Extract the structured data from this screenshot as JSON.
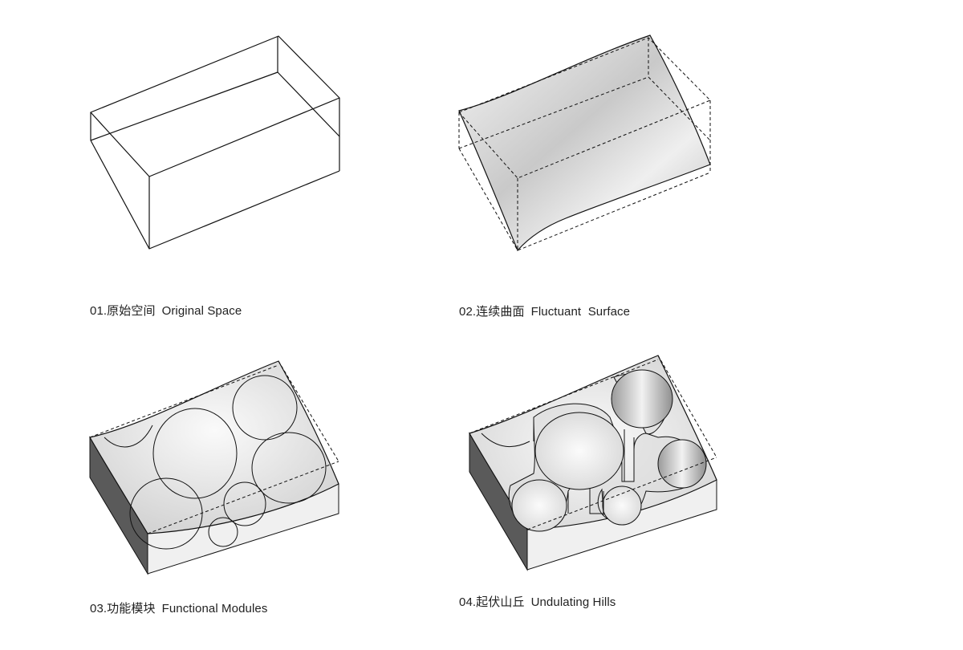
{
  "panels": [
    {
      "num": "01.",
      "cn": "原始空间",
      "en": "Original Space"
    },
    {
      "num": "02.",
      "cn": "连续曲面",
      "en": "Fluctuant  Surface"
    },
    {
      "num": "03.",
      "cn": "功能模块",
      "en": "Functional Modules"
    },
    {
      "num": "04.",
      "cn": "起伏山丘",
      "en": "Undulating Hills"
    }
  ],
  "colors": {
    "line": "#111111",
    "surface_light": "#f4f4f4",
    "surface_mid": "#cfcfcf",
    "side_dark": "#5a5a5a"
  }
}
